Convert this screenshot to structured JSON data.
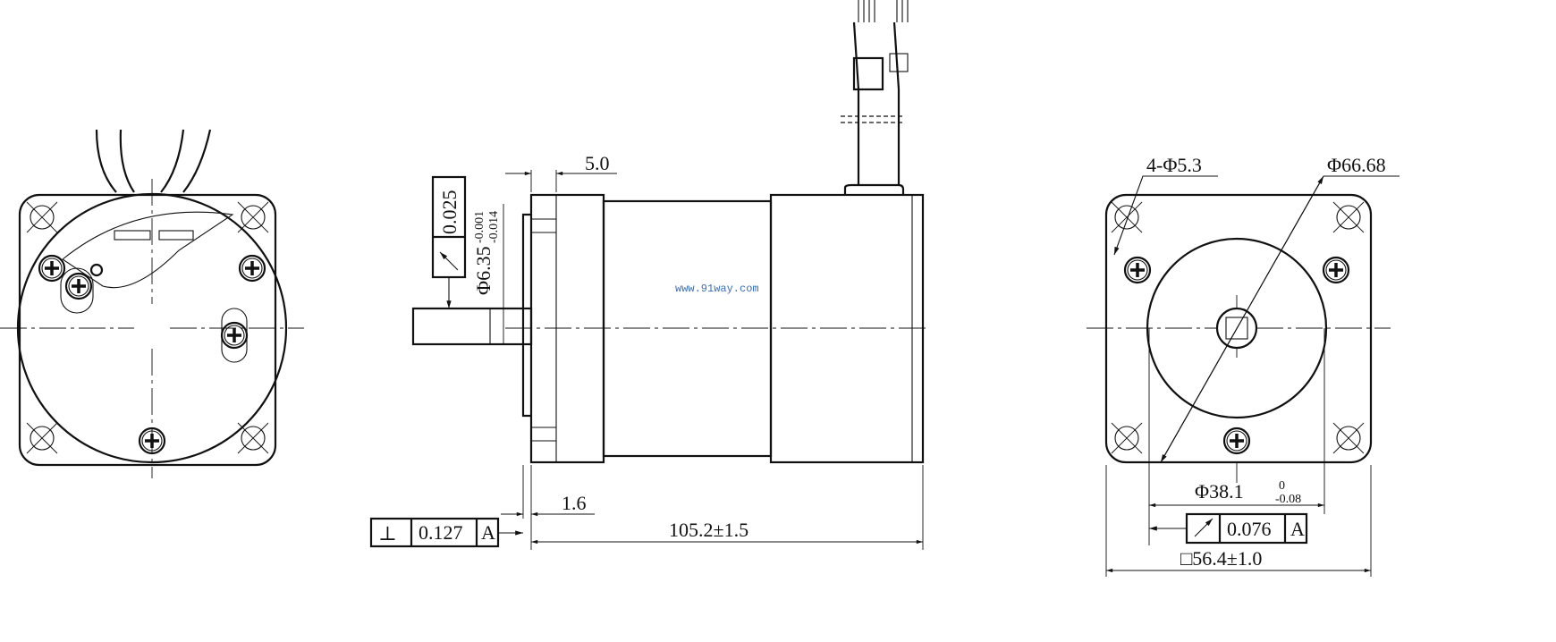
{
  "drawing": {
    "watermark": "www.91way.com",
    "dimensions": {
      "flange_thickness": "5.0",
      "runout_tolerance_shaft": "0.025",
      "shaft_diameter": "Φ6.35",
      "shaft_tol_upper": "-0.001",
      "shaft_tol_lower": "-0.014",
      "pilot_height": "1.6",
      "perpendicularity_symbol": "⊥",
      "perpendicularity_value": "0.127",
      "datum": "A",
      "body_length": "105.2±1.5",
      "mount_holes": "4-Φ5.3",
      "bolt_circle": "Φ66.68",
      "pilot_diameter": "Φ38.1",
      "pilot_tol_upper": "0",
      "pilot_tol_lower": "-0.08",
      "runout_tolerance_pilot": "0.076",
      "datum2": "A",
      "flange_square": "□56.4±1.0"
    }
  }
}
